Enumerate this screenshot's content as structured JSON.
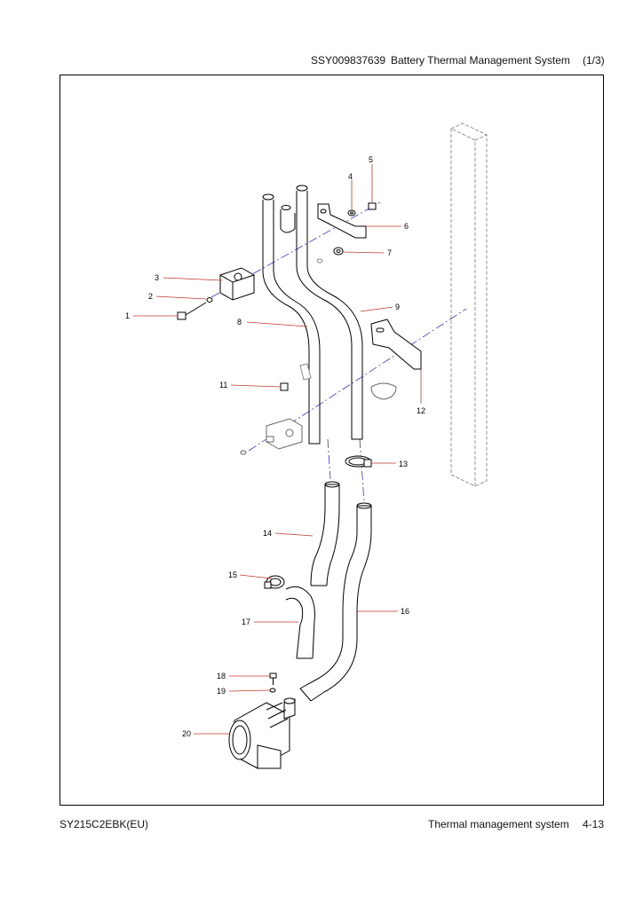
{
  "header": {
    "doc_code": "SSY009837639",
    "title": "Battery Thermal Management System",
    "page_of": "(1/3)"
  },
  "footer": {
    "model": "SY215C2EBK(EU)",
    "section": "Thermal management system",
    "page_number": "4-13"
  },
  "callouts": [
    "1",
    "2",
    "3",
    "4",
    "5",
    "6",
    "7",
    "8",
    "9",
    "11",
    "12",
    "13",
    "14",
    "15",
    "16",
    "17",
    "18",
    "19",
    "20"
  ],
  "colors": {
    "leader": "#c0392b",
    "centerline": "#3a3acf",
    "line": "#000000"
  }
}
